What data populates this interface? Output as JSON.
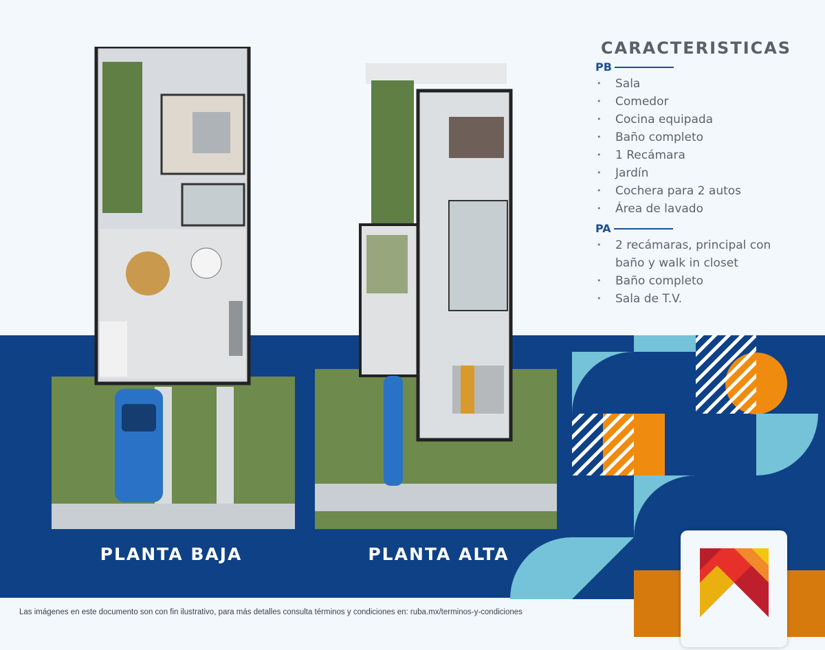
{
  "plans": [
    {
      "id": "pb",
      "label": "PLANTA BAJA"
    },
    {
      "id": "pa",
      "label": "PLANTA ALTA"
    }
  ],
  "features": {
    "title": "CARACTERISTICAS",
    "sections": [
      {
        "label": "PB",
        "items": [
          "Sala",
          "Comedor",
          "Cocina equipada",
          "Baño completo",
          "1 Recámara",
          "Jardín",
          "Cochera para 2 autos",
          "Área de lavado"
        ]
      },
      {
        "label": "PA",
        "items": [
          "2 recámaras, principal con",
          "baño y walk in closet",
          "Baño completo",
          "Sala de T.V."
        ]
      }
    ]
  },
  "disclaimer": "Las imágenes en este documento son con fin ilustrativo, para más detalles consulta términos y condiciones en: ruba.mx/terminos-y-condiciones",
  "colors": {
    "blue": "#0f4187",
    "light_blue": "#74c3d9",
    "orange": "#ef8c10",
    "dark_orange": "#d67a0e",
    "bg": "#f2f8fc"
  },
  "logo": {
    "name": "ruba-logo"
  }
}
